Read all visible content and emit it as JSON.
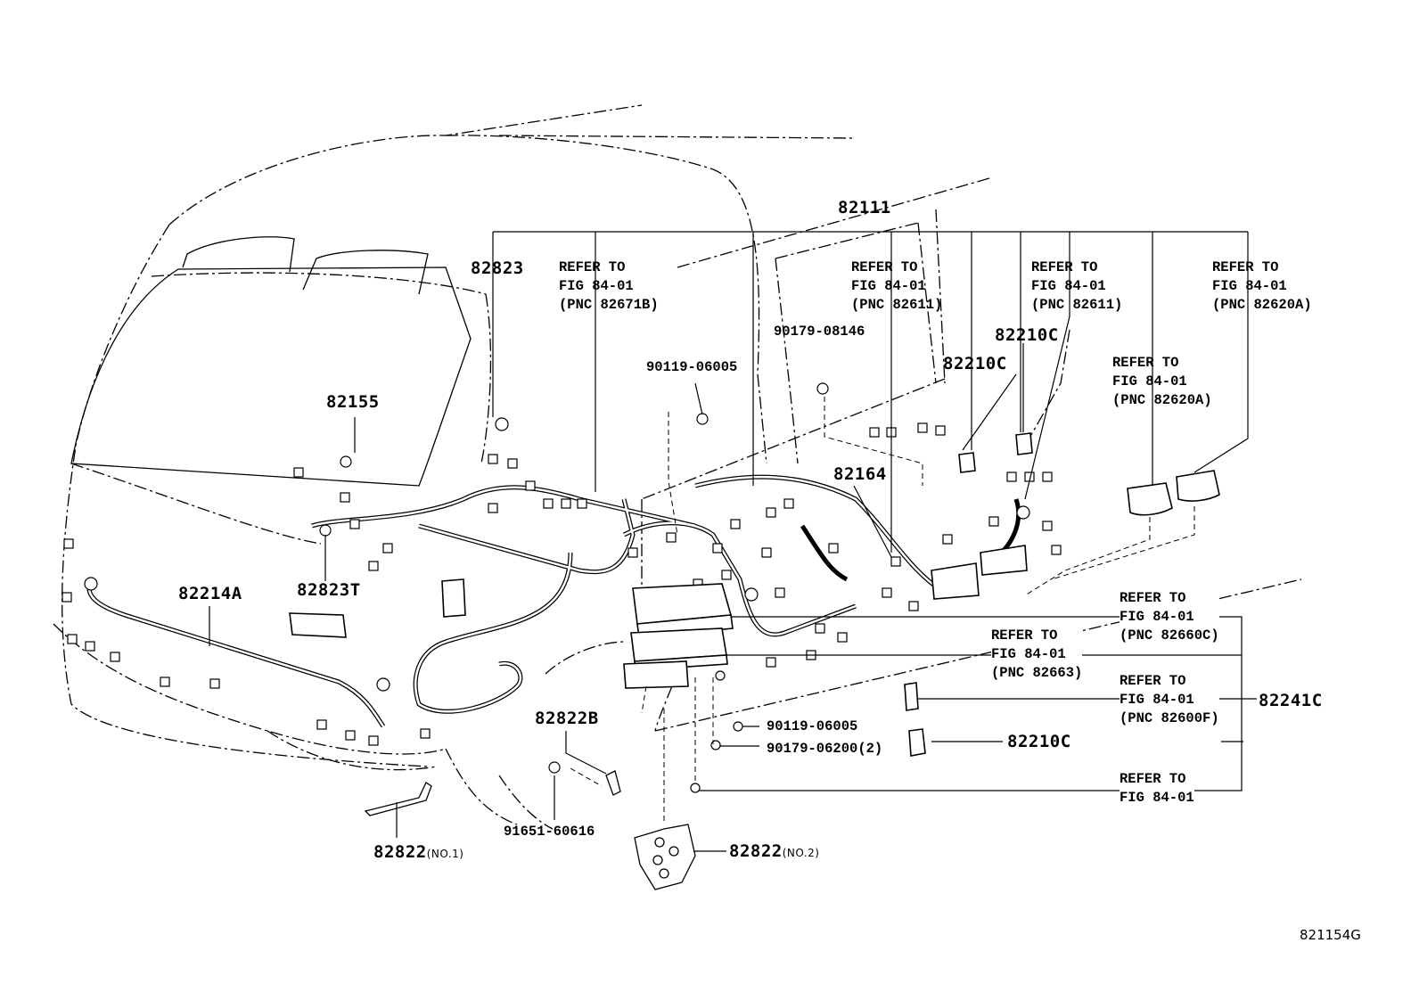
{
  "figure_id": "821154G",
  "part_numbers": {
    "p82111": "82111",
    "p82823": "82823",
    "p82155": "82155",
    "p82823T": "82823T",
    "p82214A": "82214A",
    "p82164": "82164",
    "p82210C_a": "82210C",
    "p82210C_b": "82210C",
    "p82210C_c": "82210C",
    "p82241C": "82241C",
    "p82822B": "82822B",
    "p82822_no1": "82822",
    "p82822_no1_suffix": "(NO.1)",
    "p82822_no2": "82822",
    "p82822_no2_suffix": "(NO.2)",
    "p90179_08146": "90179-08146",
    "p90119_06005_a": "90119-06005",
    "p90119_06005_b": "90119-06005",
    "p90179_06200": "90179-06200(2)",
    "p91651_60616": "91651-60616"
  },
  "refs": [
    {
      "l1": "REFER TO",
      "l2": "FIG 84-01",
      "l3": "(PNC 82671B)"
    },
    {
      "l1": "REFER TO",
      "l2": "FIG 84-01",
      "l3": "(PNC 82611)"
    },
    {
      "l1": "REFER TO",
      "l2": "FIG 84-01",
      "l3": "(PNC 82611)"
    },
    {
      "l1": "REFER TO",
      "l2": "FIG 84-01",
      "l3": "(PNC 82620A)"
    },
    {
      "l1": "REFER TO",
      "l2": "FIG 84-01",
      "l3": "(PNC 82620A)"
    },
    {
      "l1": "REFER TO",
      "l2": "FIG 84-01",
      "l3": "(PNC 82660C)"
    },
    {
      "l1": "REFER TO",
      "l2": "FIG 84-01",
      "l3": "(PNC 82663)"
    },
    {
      "l1": "REFER TO",
      "l2": "FIG 84-01",
      "l3": "(PNC 82600F)"
    },
    {
      "l1": "REFER TO",
      "l2": "FIG 84-01"
    }
  ]
}
